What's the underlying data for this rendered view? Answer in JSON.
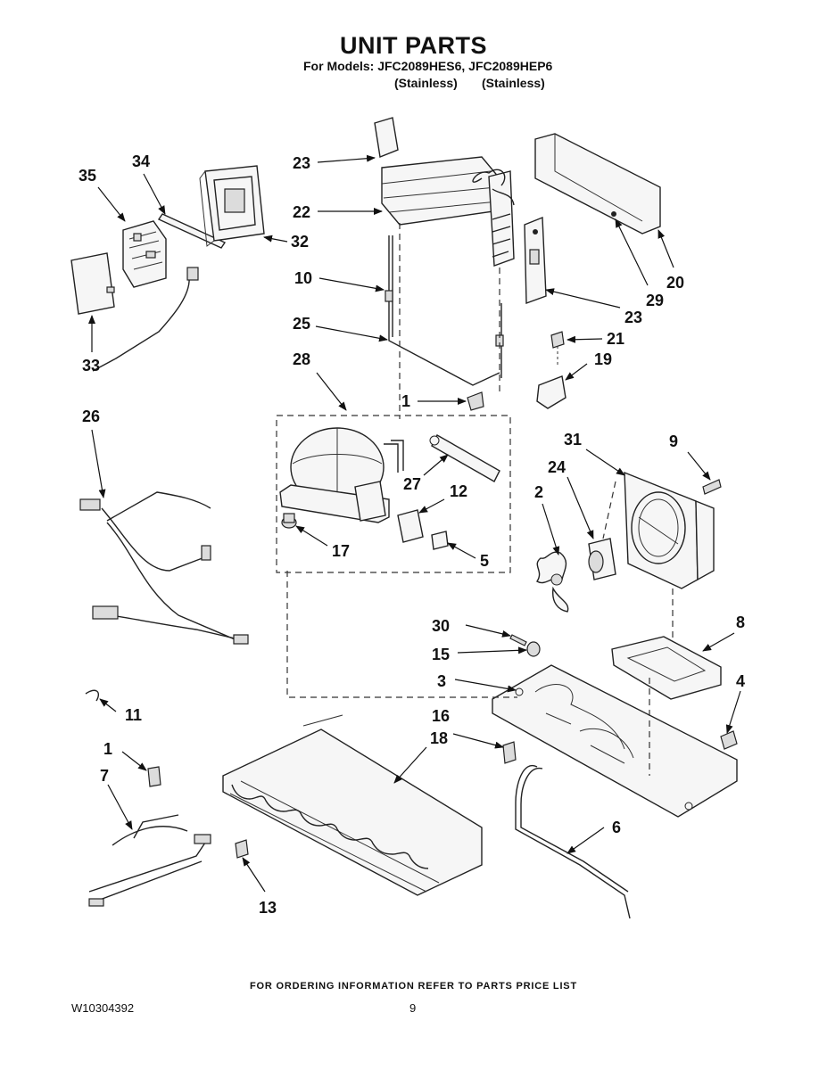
{
  "header": {
    "title": "UNIT PARTS",
    "models_line": "For Models: JFC2089HES6, JFC2089HEP6",
    "finish_1": "(Stainless)",
    "finish_2": "(Stainless)"
  },
  "footer": {
    "ordering_note": "FOR ORDERING INFORMATION REFER TO PARTS PRICE LIST",
    "document_number": "W10304392",
    "page_number": "9"
  },
  "callouts": {
    "c34": "34",
    "c35": "35",
    "c32": "32",
    "c33": "33",
    "c23a": "23",
    "c22": "22",
    "c10": "10",
    "c25": "25",
    "c28": "28",
    "c20": "20",
    "c29": "29",
    "c23b": "23",
    "c21": "21",
    "c19": "19",
    "c26": "26",
    "c1a": "1",
    "c27": "27",
    "c12": "12",
    "c17": "17",
    "c5": "5",
    "c31": "31",
    "c9": "9",
    "c24": "24",
    "c2": "2",
    "c30": "30",
    "c15": "15",
    "c3": "3",
    "c8": "8",
    "c4": "4",
    "c11": "11",
    "c1b": "1",
    "c7": "7",
    "c16": "16",
    "c18": "18",
    "c6": "6",
    "c13": "13"
  }
}
